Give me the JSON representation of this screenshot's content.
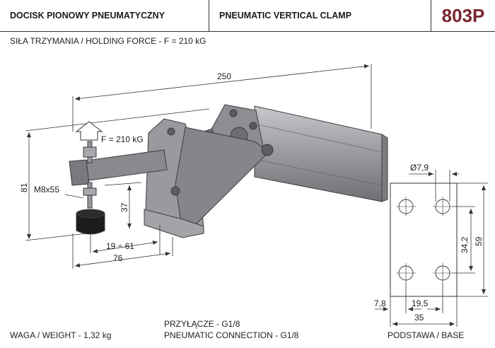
{
  "header": {
    "title_pl": "DOCISK PIONOWY PNEUMATYCZNY",
    "title_en": "PNEUMATIC VERTICAL CLAMP",
    "model": "803P"
  },
  "holding_force": "SIŁA TRZYMANIA / HOLDING FORCE - F = 210 kG",
  "weight": "WAGA / WEIGHT - 1,32 kg",
  "connection_pl": "PRZYŁĄCZE - G1/8",
  "connection_en": "PNEUMATIC CONNECTION - G1/8",
  "base_label": "PODSTAWA / BASE",
  "dims": {
    "length": "250",
    "height": "81",
    "thread": "M8x55",
    "force_arrow": "F = 210 kG",
    "spindle_height": "37",
    "range": "19 ÷ 61",
    "reach": "76",
    "hole_dia": "Ø7,9",
    "hole_spacing_v": "34,2",
    "base_height": "59",
    "edge_offset": "7,8",
    "hole_spacing_h": "19,5",
    "base_width": "35"
  },
  "colors": {
    "model": "#7a2630",
    "metal_dark": "#6e6e72",
    "metal_mid": "#8c8c90",
    "metal_light": "#b4b4b8"
  }
}
